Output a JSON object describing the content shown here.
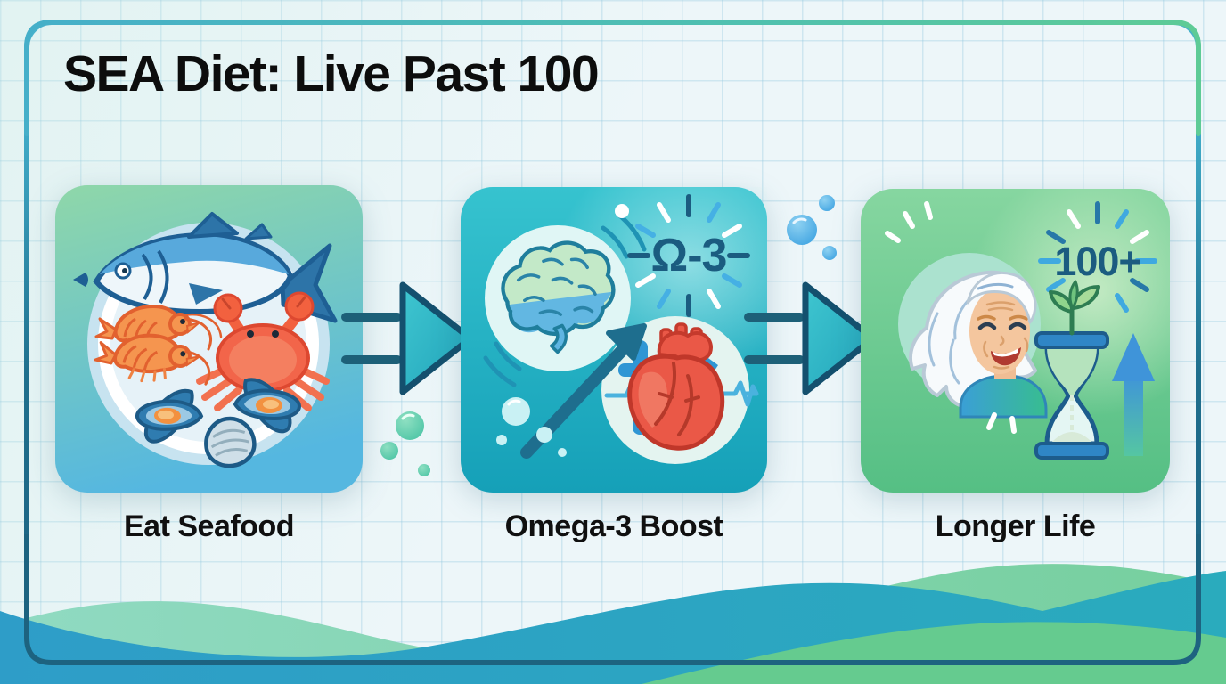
{
  "title": "SEA Diet: Live Past 100",
  "steps": [
    {
      "label": "Eat Seafood",
      "icon": "seafood-plate-icon",
      "items": [
        "fish",
        "shrimp",
        "shrimp",
        "crab",
        "mussel",
        "mussel",
        "clam"
      ]
    },
    {
      "label": "Omega-3 Boost",
      "badge": "Ω-3",
      "icon": "brain-heart-icon",
      "items": [
        "brain",
        "anatomical-heart",
        "ekg-line",
        "growth-arrow",
        "omega3-starburst",
        "bubbles"
      ]
    },
    {
      "label": "Longer Life",
      "badge": "100+",
      "icon": "longevity-icon",
      "items": [
        "elderly-woman",
        "hourglass-with-plant",
        "up-arrow",
        "100plus-starburst",
        "sparkles"
      ]
    }
  ],
  "connectors": [
    {
      "icon": "right-arrow-icon"
    },
    {
      "icon": "right-arrow-icon"
    }
  ],
  "decor": {
    "frame": "rounded-border-frame",
    "waves": [
      "mint-wave",
      "blue-wave",
      "green-wave"
    ],
    "bubbles": [
      "teal-bubble-cluster",
      "blue-bubble-cluster"
    ]
  },
  "colors": {
    "background": "#edf6f9",
    "grid_line": "#cfe5ee",
    "frame_teal": "#46afc9",
    "frame_green": "#5ecb96",
    "frame_dark": "#1d6380",
    "title_text": "#0d0d0d",
    "label_text": "#101010",
    "badge_text": "#1b5c80",
    "panel1_gradient_top": "#8fd7a9",
    "panel1_gradient_bottom": "#55b7e0",
    "panel2_gradient_top": "#36c3cf",
    "panel2_gradient_bottom": "#15a0b8",
    "panel3_gradient_top": "#86d6a0",
    "panel3_gradient_bottom": "#55bf84",
    "arrow_fill": "#2cb0c2",
    "arrow_outline": "#14506e",
    "wave_mint": "#8ed9c3",
    "wave_blue": "#2d9cc6",
    "wave_green": "#65cb8f"
  }
}
